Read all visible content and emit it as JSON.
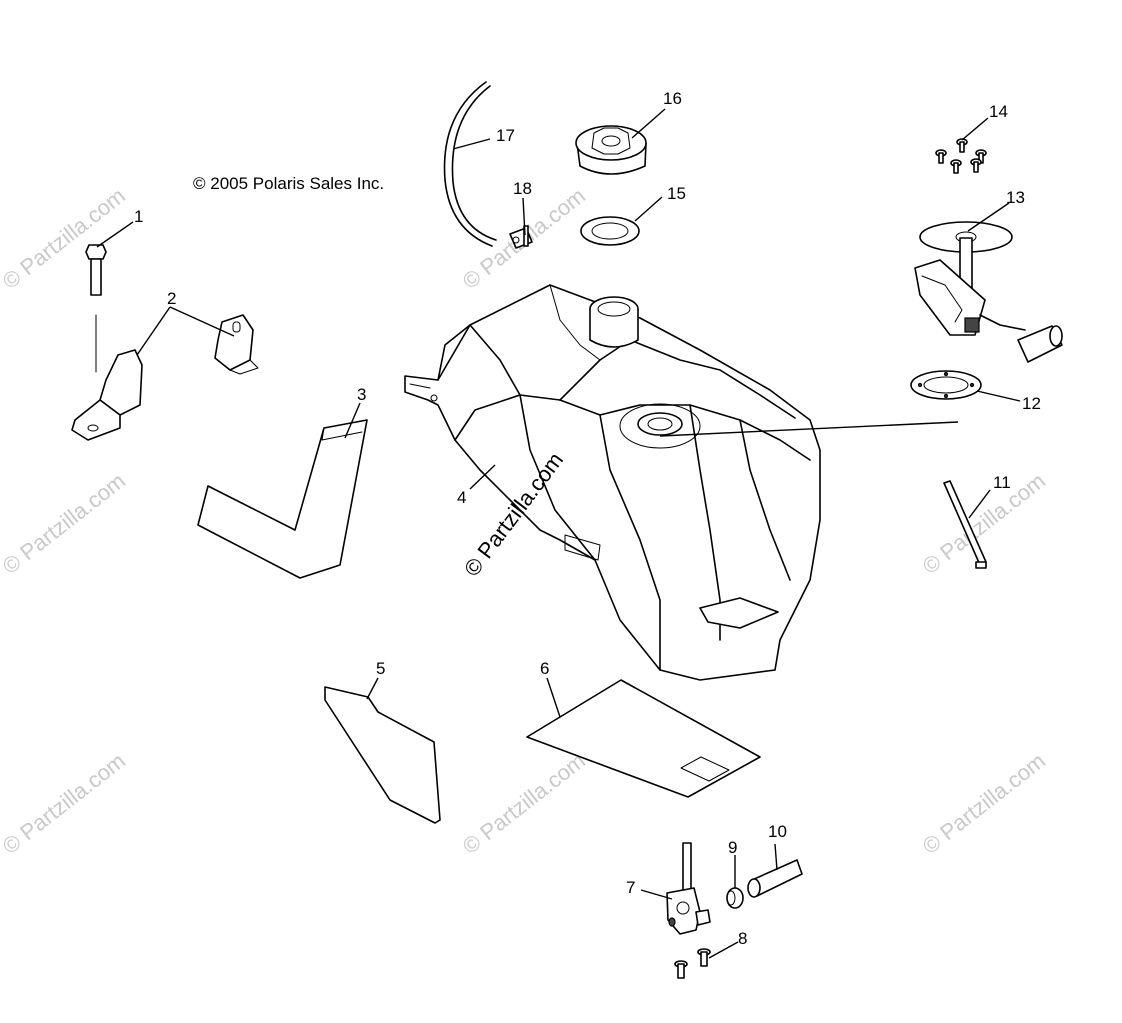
{
  "copyright_text": "© 2005 Polaris Sales Inc.",
  "center_watermark": "© Partzilla.com",
  "watermark_text": "© Partzilla.com",
  "callouts": [
    "1",
    "2",
    "3",
    "4",
    "5",
    "6",
    "7",
    "8",
    "9",
    "10",
    "11",
    "12",
    "13",
    "14",
    "15",
    "16",
    "17",
    "18"
  ],
  "colors": {
    "line": "#000000",
    "watermark": "#c9c9c9",
    "background": "#ffffff"
  }
}
